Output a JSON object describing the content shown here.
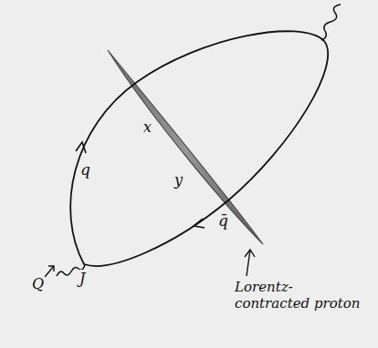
{
  "diagram": {
    "labels": [
      "q",
      "x",
      "y",
      "q̄",
      "Q",
      "J",
      "Lorentz-contracted proton"
    ]
  }
}
